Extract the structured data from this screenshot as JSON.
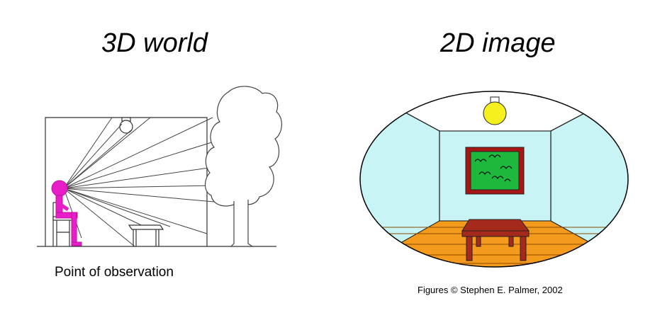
{
  "left_panel": {
    "title": "3D world",
    "caption": "Point of observation"
  },
  "right_panel": {
    "title": "2D image",
    "credit": "Figures © Stephen E. Palmer, 2002"
  },
  "colors": {
    "observer": "#e81ec8",
    "wall": "#c9f4f6",
    "floor": "#f49a1c",
    "lamp": "#f6f01e",
    "painting": "#1eb83c",
    "frame": "#a81515",
    "table": "#a52a1c"
  },
  "icons": [
    "observer-figure",
    "tree",
    "ceiling-lamp",
    "bench",
    "chair",
    "table",
    "painting"
  ]
}
